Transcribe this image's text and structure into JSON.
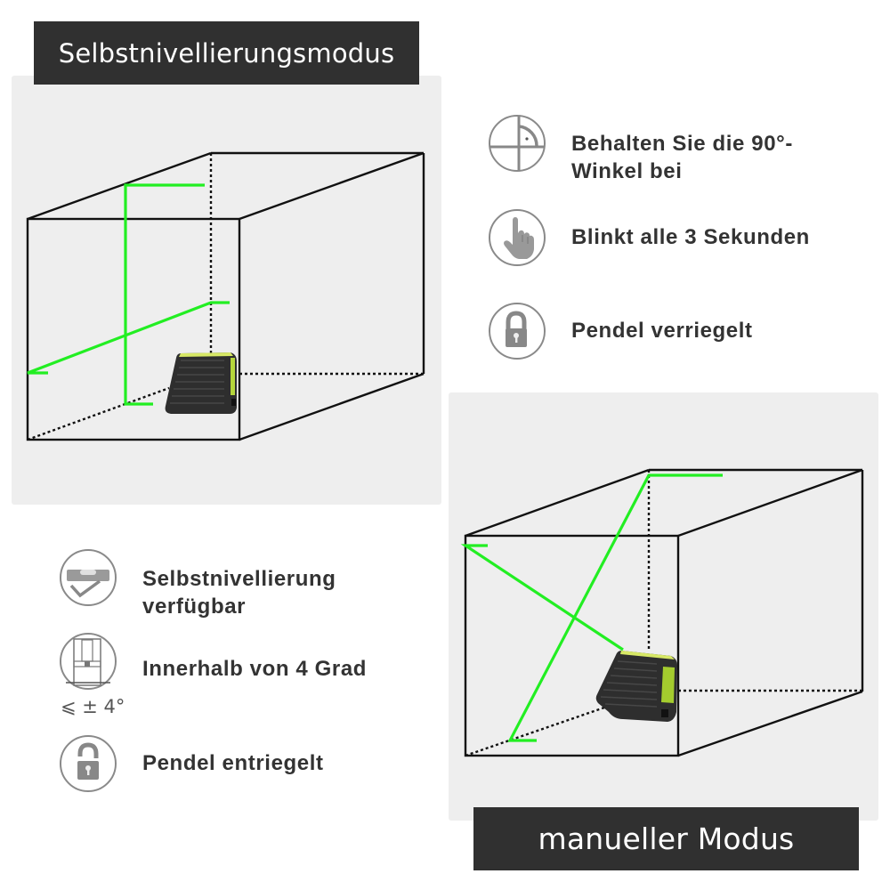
{
  "self_leveling_mode": {
    "title": "Selbstnivellierungsmodus",
    "features": [
      {
        "icon": "crosshair-right-angle-icon",
        "text_line1": "Behalten Sie die 90°-",
        "text_line2": "Winkel bei"
      },
      {
        "icon": "pointing-hand-icon",
        "text_line1": "Blinkt alle 3 Sekunden"
      },
      {
        "icon": "padlock-locked-icon",
        "text_line1": "Pendel verriegelt"
      }
    ]
  },
  "manual_mode": {
    "title": "manueller Modus",
    "features": [
      {
        "icon": "spirit-level-check-icon",
        "text_line1": "Selbstnivellierung",
        "text_line2": "verfügbar"
      },
      {
        "icon": "tilted-device-icon",
        "text_line1": "Innerhalb von 4 Grad",
        "sublabel": "⩽ ± 4°"
      },
      {
        "icon": "padlock-unlocked-icon",
        "text_line1": "Pendel entriegelt"
      }
    ]
  },
  "colors": {
    "laser_green": "#22ee22",
    "label_bg": "#303030",
    "panel_bg": "#eeeeee",
    "icon_gray": "#888888",
    "text": "#333333"
  }
}
